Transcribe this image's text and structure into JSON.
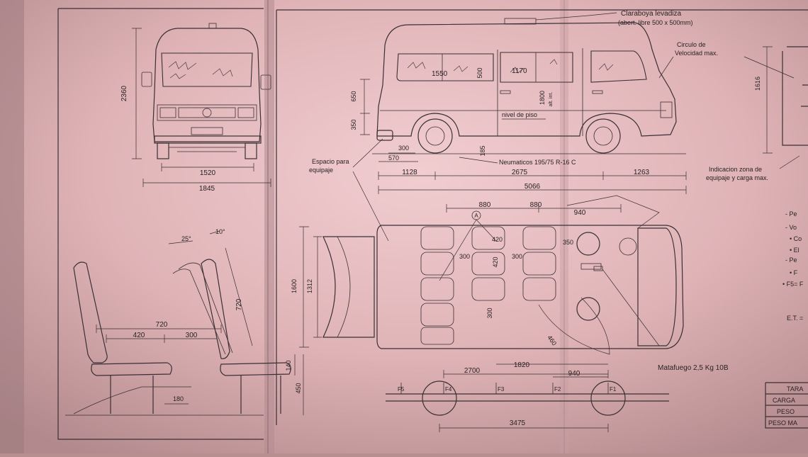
{
  "colors": {
    "paper": "#e8c0c4",
    "ink": "#3a3034",
    "shadow": "#6d5054"
  },
  "front_view": {
    "height": "2360",
    "track": "1520",
    "width": "1845"
  },
  "side_view": {
    "roof_hatch_label": "Claraboya levadiza",
    "roof_hatch_sub": "(abert. libre 500 x 500mm)",
    "speed_circle_label": "Circulo de",
    "speed_circle_label2": "Velocidad max.",
    "win1": "1550",
    "win1_h": "500",
    "win2": "1170",
    "door_h": "1800",
    "door_sub": "alt. int.",
    "floor_label": "nivel de piso",
    "tyres_label": "Neumaticos 195/75 R-16 C",
    "ground_clear": "185",
    "d650": "650",
    "d350": "350",
    "d300": "300",
    "d570": "570",
    "overhang_front": "1128",
    "wheelbase": "2675",
    "overhang_rear": "1263",
    "total_length": "5066",
    "luggage_label": "Espacio para",
    "luggage_label2": "equipaje",
    "right_dim": "1616",
    "load_zone_label": "Indicacion zona de",
    "load_zone_label2": "equipaje y carga max."
  },
  "plan_view": {
    "pitch1": "880",
    "pitch2": "880",
    "d940": "940",
    "circle_a": "A",
    "w420": "420",
    "s300a": "300",
    "s420v": "420",
    "s300b": "300",
    "d350": "350",
    "d300v": "300",
    "d460": "460",
    "out_w": "1600",
    "in_w": "1312",
    "extinguisher": "Matafuego 2,5 Kg 10B"
  },
  "seat_view": {
    "angle25": "25°",
    "angle10": "10°",
    "h720": "720",
    "w720": "720",
    "w420": "420",
    "w300": "300",
    "h140": "140",
    "h450": "450",
    "d180": "180"
  },
  "axle_view": {
    "d2700": "2700",
    "d1820": "1820",
    "d940": "940",
    "d3475": "3475",
    "f5": "F5",
    "f4": "F4",
    "f3": "F3",
    "f2": "F2",
    "f1": "F1"
  },
  "right_notes": {
    "n1": "- Pe",
    "n2": "- Vo",
    "n3": "• Co",
    "n4": "• El",
    "n5": "- Pe",
    "n6": "• F",
    "n7": "• F5= F",
    "n8": "E.T. ="
  },
  "table_rows": [
    "TARA",
    "CARGA",
    "PESO",
    "PESO MA"
  ]
}
